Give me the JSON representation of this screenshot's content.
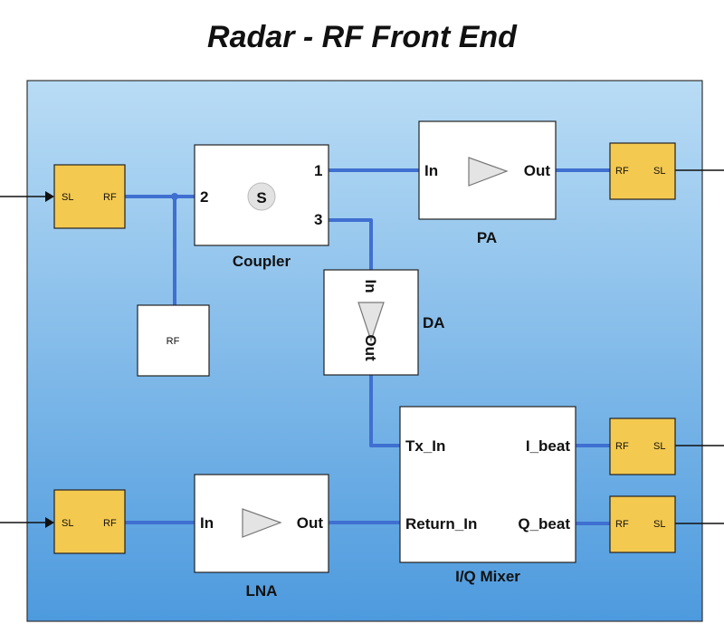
{
  "title": "Radar - RF Front End",
  "colors": {
    "background_top": "#b9dcf5",
    "background_bottom": "#4d9ade",
    "wire": "#3f6fd0",
    "converter_fill": "#f4c94f"
  },
  "converters": {
    "sl_label": "SL",
    "rf_label": "RF"
  },
  "coupler": {
    "name": "Coupler",
    "symbol": "S",
    "port_in": "2",
    "port_out1": "1",
    "port_out3": "3"
  },
  "pa": {
    "name": "PA",
    "in_label": "In",
    "out_label": "Out"
  },
  "da": {
    "name": "DA",
    "in_label": "In",
    "out_label": "Out"
  },
  "lna": {
    "name": "LNA",
    "in_label": "In",
    "out_label": "Out"
  },
  "mixer": {
    "name": "I/Q Mixer",
    "tx_in": "Tx_In",
    "return_in": "Return_In",
    "i_beat": "I_beat",
    "q_beat": "Q_beat"
  },
  "rf_terminal": {
    "label": "RF"
  }
}
